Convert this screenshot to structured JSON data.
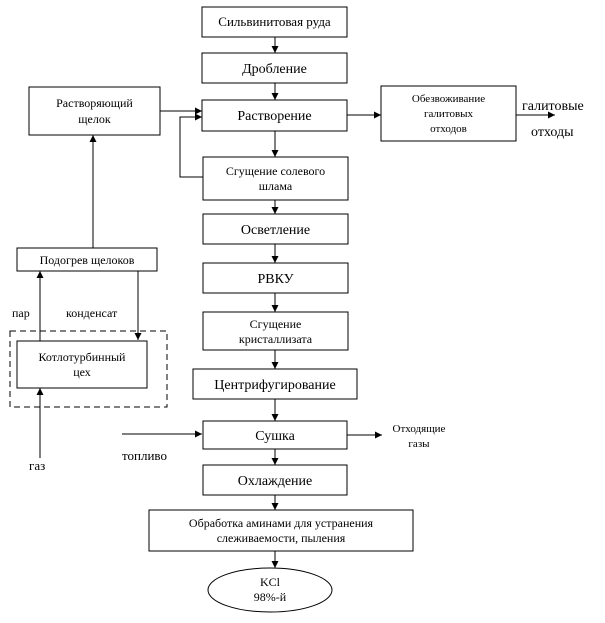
{
  "nodes": {
    "ore": "Сильвинитовая руда",
    "crushing": "Дробление",
    "dissolution": "Растворение",
    "dissolving_liquor": [
      "Растворяющий",
      "щелок"
    ],
    "dehydration": [
      "Обезвоживание",
      "галитовых",
      "отходов"
    ],
    "thickening_salt": [
      "Сгущение солевого",
      "шлама"
    ],
    "clarification": "Осветление",
    "rvku": "РВКУ",
    "thickening_cryst": [
      "Сгущение",
      "кристаллизата"
    ],
    "heating_liquor": "Подогрев щелоков",
    "boiler": [
      "Котлотурбинный",
      "цех"
    ],
    "centrifuge": "Центрифугирование",
    "drying": "Сушка",
    "cooling": "Охлаждение",
    "amine": [
      "Обработка аминами для устранения",
      "слеживаемости, пыления"
    ],
    "product": [
      "KCl",
      "98%-й"
    ]
  },
  "labels": {
    "halite_waste": [
      "галитовые",
      "отходы"
    ],
    "steam": "пар",
    "condensate": "конденсат",
    "gas": "газ",
    "fuel": "топливо",
    "off_gas": [
      "Отходящие",
      "газы"
    ]
  }
}
